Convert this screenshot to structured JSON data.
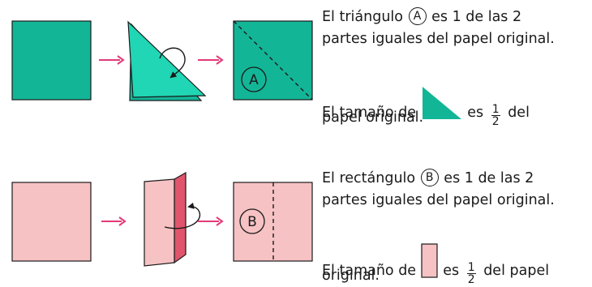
{
  "colors": {
    "teal": "#13b597",
    "teal_light": "#20d6b4",
    "pink": "#f6c2c4",
    "pink_dark": "#e0556d",
    "arrow": "#e33a78",
    "outline": "#1a1a1a"
  },
  "row_a": {
    "circle_label": "A",
    "line1_before": "El triángulo",
    "line1_after": "es 1 de las 2",
    "line2": "partes iguales del papel original.",
    "size_before": "El tamaño de",
    "size_after": "es",
    "size_tail": "del",
    "size_line2": "papel original.",
    "fraction_num": "1",
    "fraction_den": "2"
  },
  "row_b": {
    "circle_label": "B",
    "line1_before": "El rectángulo",
    "line1_after": "es 1 de las 2",
    "line2": "partes iguales del papel original.",
    "size_before": "El tamaño de",
    "size_after": "es",
    "size_tail": "del papel",
    "size_line2": "original.",
    "fraction_num": "1",
    "fraction_den": "2"
  }
}
